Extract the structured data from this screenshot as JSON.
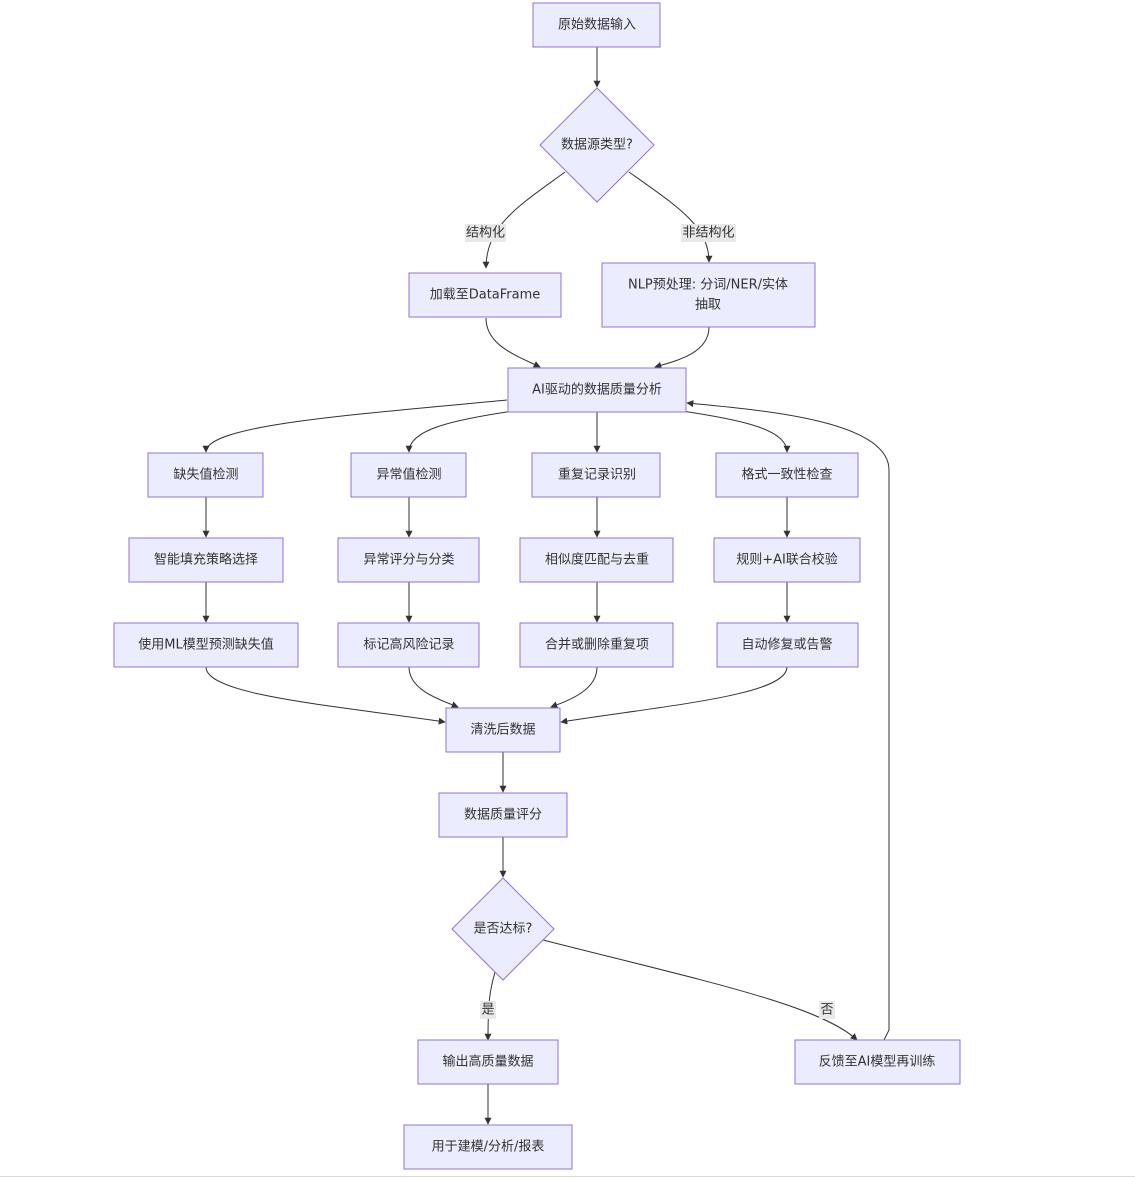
{
  "colors": {
    "node_fill": "#ECECFF",
    "node_stroke": "#9370DB",
    "edge": "#333333",
    "label_bg": "#E8E8E8",
    "text": "#333333"
  },
  "nodes": {
    "start": "原始数据输入",
    "source_type": "数据源类型?",
    "load_df": "加载至DataFrame",
    "nlp_line1": "NLP预处理: 分词/NER/实体",
    "nlp_line2": "抽取",
    "ai_analysis": "AI驱动的数据质量分析",
    "missing": "缺失值检测",
    "outlier": "异常值检测",
    "duplicate": "重复记录识别",
    "format": "格式一致性检查",
    "smart_fill": "智能填充策略选择",
    "outlier_score": "异常评分与分类",
    "similarity": "相似度匹配与去重",
    "rule_ai": "规则+AI联合校验",
    "ml_predict": "使用ML模型预测缺失值",
    "mark_risk": "标记高风险记录",
    "merge_delete": "合并或删除重复项",
    "auto_fix": "自动修复或告警",
    "cleaned": "清洗后数据",
    "quality_score": "数据质量评分",
    "meets_standard": "是否达标?",
    "output": "输出高质量数据",
    "feedback": "反馈至AI模型再训练",
    "usage": "用于建模/分析/报表"
  },
  "edge_labels": {
    "structured": "结构化",
    "unstructured": "非结构化",
    "yes": "是",
    "no": "否"
  }
}
